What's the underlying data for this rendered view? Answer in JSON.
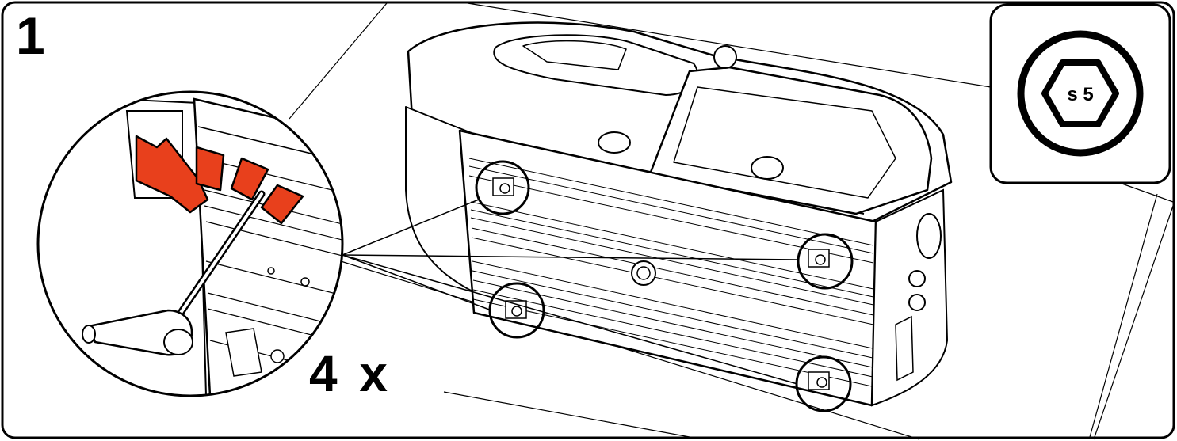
{
  "instruction": {
    "step_number": "1",
    "count_label": "4 x"
  },
  "tool": {
    "label": "s 5",
    "icon": "hex-key-size-icon"
  },
  "colors": {
    "outline": "#000000",
    "background": "#ffffff",
    "highlight_arrows": "#e8401c"
  }
}
